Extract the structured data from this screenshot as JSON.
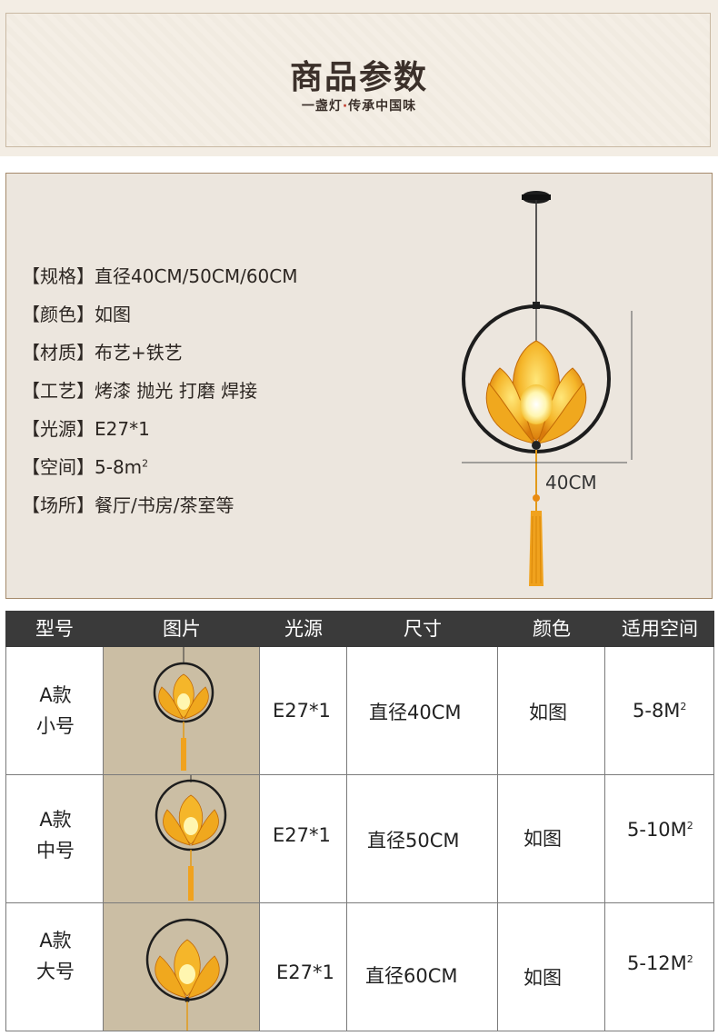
{
  "header": {
    "title": "商品参数",
    "subtitle_a": "一盏灯",
    "subtitle_dot": "·",
    "subtitle_b": "传承中国味"
  },
  "specs": [
    {
      "label": "【规格】",
      "value": "直径40CM/50CM/60CM"
    },
    {
      "label": "【颜色】",
      "value": "如图"
    },
    {
      "label": "【材质】",
      "value": "布艺+铁艺"
    },
    {
      "label": "【工艺】",
      "value": "烤漆 抛光 打磨 焊接"
    },
    {
      "label": "【光源】",
      "value": "E27*1"
    },
    {
      "label": "【空间】",
      "value": "5-8m",
      "sup": "2"
    },
    {
      "label": "【场所】",
      "value": "餐厅/书房/茶室等"
    }
  ],
  "dimension_label": "40CM",
  "table": {
    "headers": [
      "型号",
      "图片",
      "光源",
      "尺寸",
      "颜色",
      "适用空间"
    ],
    "rows": [
      {
        "model_a": "A款",
        "model_b": "小号",
        "light": "E27*1",
        "size": "直径40CM",
        "color": "如图",
        "space": "5-8M",
        "space_sup": "2"
      },
      {
        "model_a": "A款",
        "model_b": "中号",
        "light": "E27*1",
        "size": "直径50CM",
        "color": "如图",
        "space": "5-10M",
        "space_sup": "2"
      },
      {
        "model_a": "A款",
        "model_b": "大号",
        "light": "E27*1",
        "size": "直径60CM",
        "color": "如图",
        "space": "5-12M",
        "space_sup": "2"
      }
    ]
  },
  "colors": {
    "header_bg": "#f3ede4",
    "panel_bg": "#ece6de",
    "table_header_bg": "#3a3a3a",
    "image_cell_bg": "#cbbea4",
    "lotus_yellow": "#f5b62a",
    "lotus_orange": "#e88a12",
    "frame_black": "#1d1d1d"
  }
}
